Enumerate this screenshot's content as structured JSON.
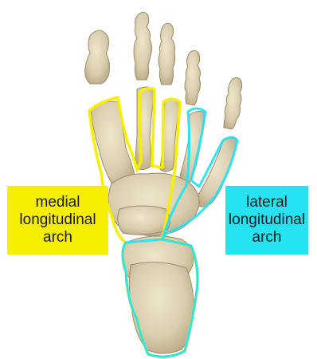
{
  "colors": {
    "background": "#ffffff",
    "bone": "#ddd2b3",
    "bone_shadow": "#b8a884",
    "medial_arch": "#f7ef00",
    "lateral_arch": "#25e3f2",
    "label_text": "#1a1a1a"
  },
  "labels": {
    "medial": {
      "lines": [
        "medial",
        "longitudinal",
        "arch"
      ]
    },
    "lateral": {
      "lines": [
        "lateral",
        "longitudinal",
        "arch"
      ]
    }
  }
}
